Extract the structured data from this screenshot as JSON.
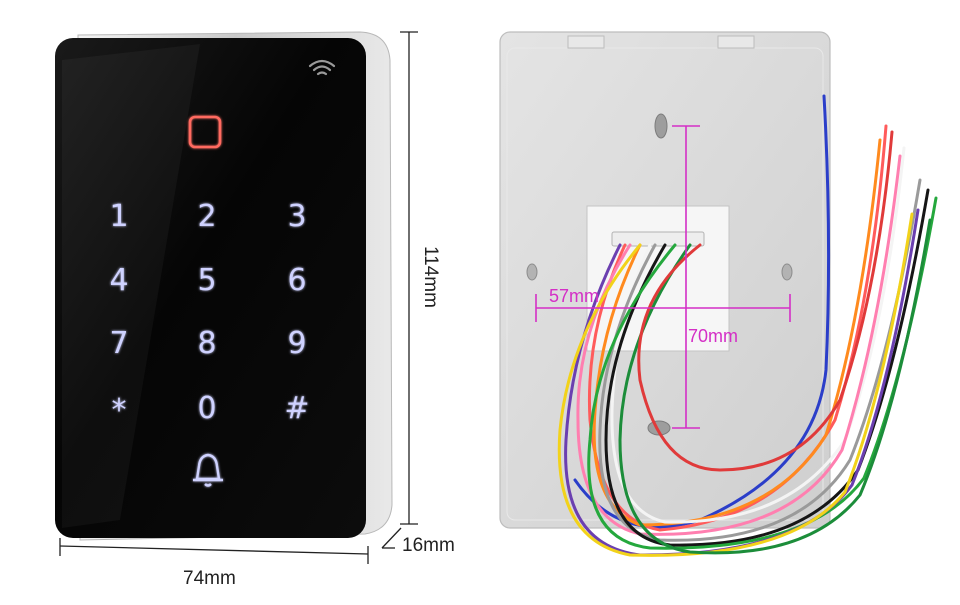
{
  "keypad": {
    "keys": [
      "1",
      "2",
      "3",
      "4",
      "5",
      "6",
      "7",
      "8",
      "9",
      "*",
      "0",
      "#"
    ],
    "bell_icon": "bell-icon",
    "wifi_icon": "wifi-icon",
    "card_reader_icon": "card-reader-square-icon"
  },
  "dimensions": {
    "height": "114mm",
    "width": "74mm",
    "depth": "16mm",
    "hole_horizontal": "57mm",
    "hole_vertical": "70mm"
  },
  "colors": {
    "front_panel": "#070707",
    "aluminum_frame": "#d8d8d8",
    "back_plate": "#d6d6d6",
    "key_glow": "#c9ccff",
    "card_reader": "#ff6b60",
    "dimension_magenta": "#d42fc6"
  },
  "wires": [
    "#2b3ec9",
    "#ff6b6b",
    "#ff8a1e",
    "#f5f5f5",
    "#9a9a9a",
    "#111111",
    "#25a83d",
    "#7b3fb0",
    "#f2d21a",
    "#e03a3a",
    "#ff4fa0",
    "#1c8d3a"
  ]
}
